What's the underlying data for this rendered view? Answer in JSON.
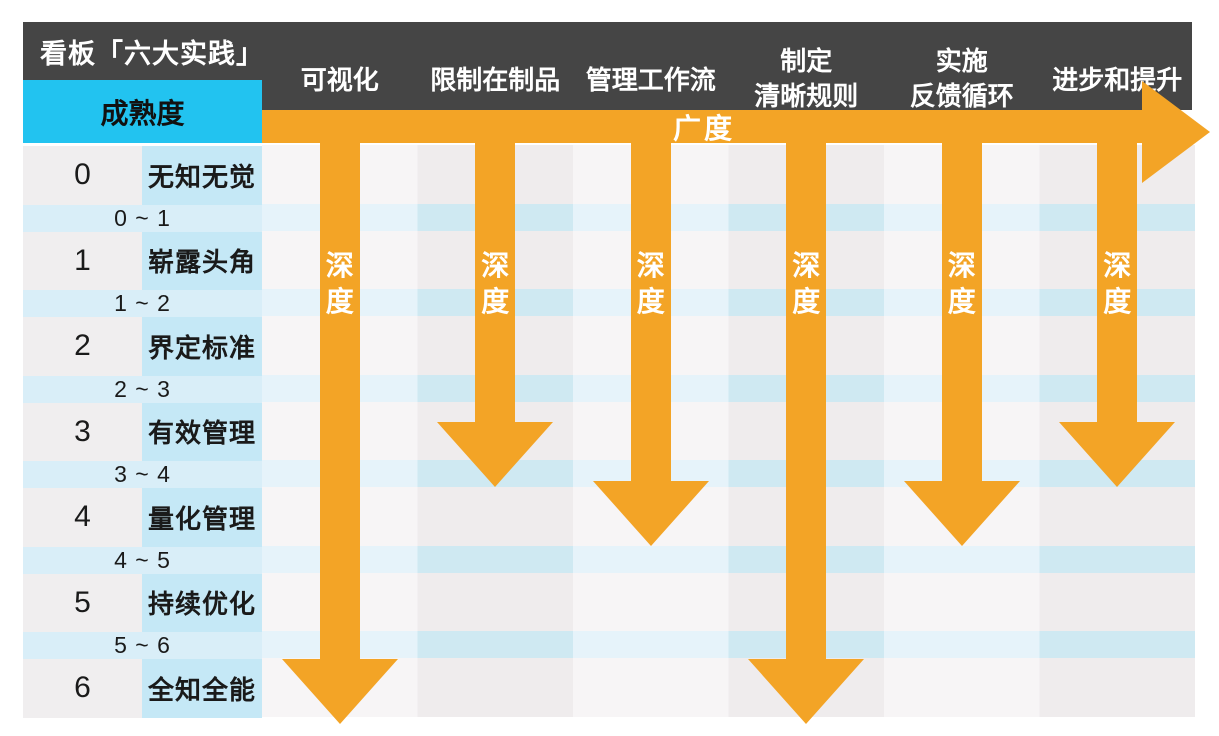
{
  "title": "看板「六大实践」",
  "labels": {
    "maturity": "成熟度",
    "breadth": "广度",
    "depth": "深度"
  },
  "colors": {
    "dark_header": "#454545",
    "accent_cyan": "#22c3f0",
    "cell_cyan": "#c5e8f6",
    "cell_gray": "#f0eeef",
    "transition_cyan": "#d9eef8",
    "stripe_light": "#f7f5f6",
    "stripe_gray": "#efeced",
    "band_on_light": "#e6f3fa",
    "band_on_gray": "#cfe9f2",
    "arrow_orange": "#f3a426",
    "text_white": "#ffffff",
    "text_dark": "#1a1a1a"
  },
  "chart_data": {
    "type": "diagram",
    "title": "看板「六大实践」",
    "x_axis_label": "广度",
    "y_axis_label": "深度",
    "practices": [
      {
        "name": "可视化",
        "lines": [
          "可视化"
        ],
        "depth_level": 6
      },
      {
        "name": "限制在制品",
        "lines": [
          "限制在制品"
        ],
        "depth_level": 3.5
      },
      {
        "name": "管理工作流",
        "lines": [
          "管理工作流"
        ],
        "depth_level": 4
      },
      {
        "name": "制定清晰规则",
        "lines": [
          "制定",
          "清晰规则"
        ],
        "depth_level": 6
      },
      {
        "name": "实施反馈循环",
        "lines": [
          "实施",
          "反馈循环"
        ],
        "depth_level": 4
      },
      {
        "name": "进步和提升",
        "lines": [
          "进步和提升"
        ],
        "depth_level": 3.5
      }
    ],
    "maturity_levels": [
      {
        "num": "0",
        "label": "无知无觉"
      },
      {
        "label": "0 ~ 1"
      },
      {
        "num": "1",
        "label": "崭露头角"
      },
      {
        "label": "1 ~ 2"
      },
      {
        "num": "2",
        "label": "界定标准"
      },
      {
        "label": "2 ~ 3"
      },
      {
        "num": "3",
        "label": "有效管理"
      },
      {
        "label": "3 ~ 4"
      },
      {
        "num": "4",
        "label": "量化管理"
      },
      {
        "label": "4 ~ 5"
      },
      {
        "num": "5",
        "label": "持续优化"
      },
      {
        "label": "5 ~ 6"
      },
      {
        "num": "6",
        "label": "全知全能"
      }
    ]
  }
}
